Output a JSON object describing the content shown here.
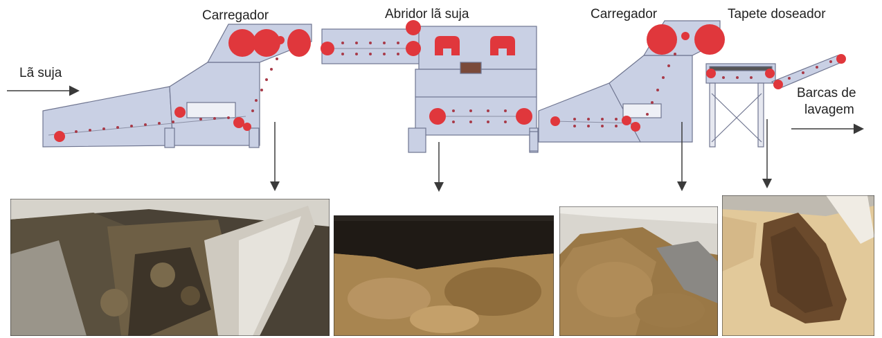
{
  "labels": {
    "loader_1": "Carregador",
    "opener": "Abridor lã suja",
    "loader_2": "Carregador",
    "dosing_belt": "Tapete doseador",
    "input": "Lã suja",
    "output_line1": "Barcas de",
    "output_line2": "lavagem"
  },
  "colors": {
    "machine_fill": "#c9d0e4",
    "machine_stroke": "#6f7590",
    "roller_red": "#e0373c",
    "chain_dot": "#a83a48",
    "arrow": "#3a3a3a",
    "wool_dark": "#5a4a32",
    "wool_light": "#b08c58"
  },
  "photos": [
    {
      "name": "photo-loader-1-wool",
      "depicts": "dirty wool in loader hopper"
    },
    {
      "name": "photo-opener-wool",
      "depicts": "opened dirty wool"
    },
    {
      "name": "photo-loader-2-wool",
      "depicts": "wool pile in second loader"
    },
    {
      "name": "photo-dosing-belt-wool",
      "depicts": "wool on dosing belt"
    }
  ]
}
